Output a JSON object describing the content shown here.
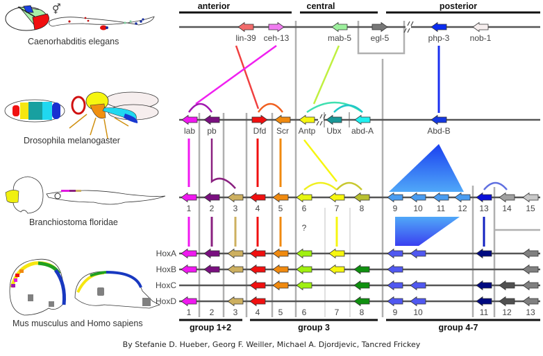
{
  "credit": "By Stefanie D. Hueber, Georg F. Weiller, Michael A. Djordjevic, Tancred Frickey",
  "species": [
    {
      "name": "Caenorhabditis elegans"
    },
    {
      "name": "Drosophila melanogaster"
    },
    {
      "name": "Branchiostoma floridae"
    },
    {
      "name": "Mus musculus and Homo sapiens"
    }
  ],
  "top_regions": [
    "anterior",
    "central",
    "posterior"
  ],
  "bottom_groups": [
    "group 1+2",
    "group 3",
    "group 4-7"
  ],
  "hermaphrodite_symbol": "⚥",
  "celegans_genes": [
    {
      "label": "lin-39",
      "color": "#f26b6b",
      "dir": "left"
    },
    {
      "label": "ceh-13",
      "color": "#f07cf0",
      "dir": "right"
    },
    {
      "label": "mab-5",
      "color": "#9df09d",
      "dir": "left"
    },
    {
      "label": "egl-5",
      "color": "#777777",
      "dir": "right"
    },
    {
      "label": "php-3",
      "color": "#0a2cf0",
      "dir": "left"
    },
    {
      "label": "nob-1",
      "color": "#f6eeee",
      "dir": "left"
    }
  ],
  "drosophila_genes": [
    {
      "label": "lab",
      "color": "#f018f0"
    },
    {
      "label": "pb",
      "color": "#7a1080"
    },
    {
      "label": "Dfd",
      "color": "#f01010",
      "dir": "right"
    },
    {
      "label": "Scr",
      "color": "#f08a10"
    },
    {
      "label": "Antp",
      "color": "#f6f610"
    },
    {
      "label": "Ubx",
      "color": "#1a9898"
    },
    {
      "label": "abd-A",
      "color": "#20f0f0"
    },
    {
      "label": "Abd-B",
      "color": "#1438e0"
    }
  ],
  "amphioxus_genes": [
    {
      "label": "1",
      "color": "#f018f0"
    },
    {
      "label": "2",
      "color": "#7a1080"
    },
    {
      "label": "3",
      "color": "#cdb060"
    },
    {
      "label": "4",
      "color": "#f01010"
    },
    {
      "label": "5",
      "color": "#f08a10"
    },
    {
      "label": "6",
      "color": "#e6f610"
    },
    {
      "label": "7",
      "color": "#f6f610"
    },
    {
      "label": "8",
      "color": "#b8c030"
    },
    {
      "label": "9",
      "color": "#4a9cf0"
    },
    {
      "label": "10",
      "color": "#4a9cf0"
    },
    {
      "label": "11",
      "color": "#4a9cf0"
    },
    {
      "label": "12",
      "color": "#4a9cf0"
    },
    {
      "label": "13",
      "color": "#0a10d8"
    },
    {
      "label": "14",
      "color": "#a0a0a0"
    },
    {
      "label": "15",
      "color": "#c8c8c8"
    }
  ],
  "question_mark": "?",
  "vertebrate_clusters": [
    {
      "name": "HoxA",
      "present": [
        1,
        2,
        3,
        4,
        5,
        6,
        7,
        9,
        10,
        11,
        13
      ]
    },
    {
      "name": "HoxB",
      "present": [
        1,
        2,
        3,
        4,
        5,
        6,
        7,
        8,
        9,
        13
      ]
    },
    {
      "name": "HoxC",
      "present": [
        4,
        5,
        6,
        8,
        9,
        10,
        11,
        12,
        13
      ]
    },
    {
      "name": "HoxD",
      "present": [
        1,
        3,
        4,
        8,
        9,
        10,
        11,
        12,
        13
      ]
    }
  ],
  "vertebrate_paralog_labels": [
    "1",
    "2",
    "3",
    "4",
    "5",
    "6",
    "7",
    "8",
    "9",
    "10",
    "11",
    "12",
    "13"
  ],
  "vertebrate_colors": {
    "1": "#f018f0",
    "2": "#7a1080",
    "3": "#cdb060",
    "4": "#f01010",
    "5": "#f08a10",
    "6": "#a0f010",
    "7": "#f6f610",
    "8": "#109010",
    "9": "#5058f0",
    "10": "#5058f0",
    "11": "#000a80",
    "12": "#505050",
    "13": "#808080"
  }
}
